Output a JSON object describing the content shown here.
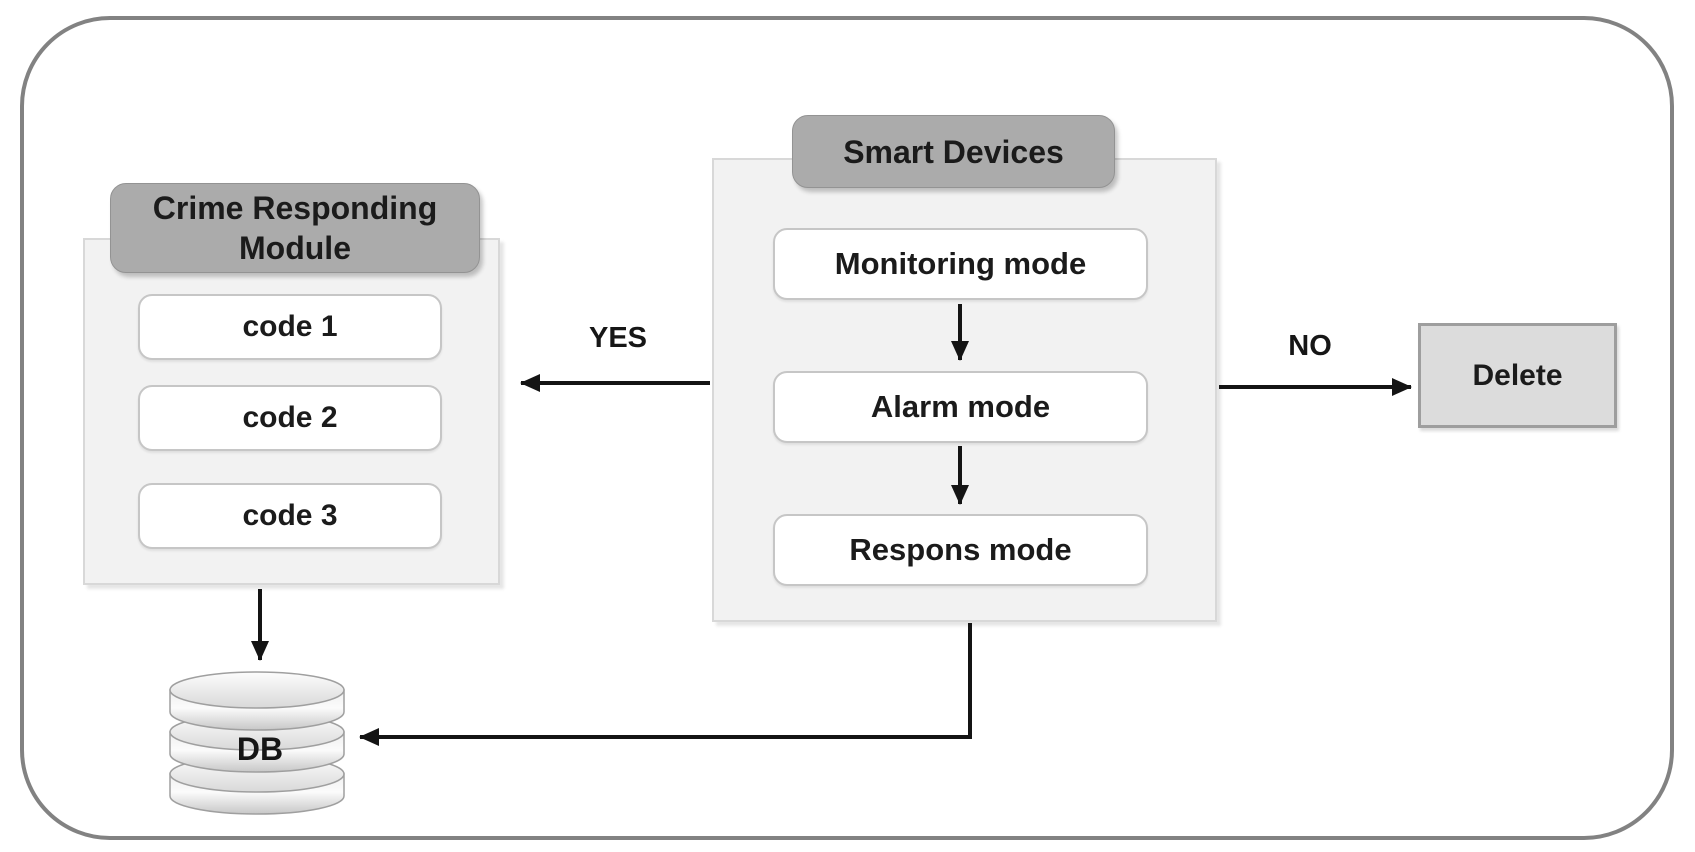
{
  "crime_module": {
    "title": "Crime Responding Module",
    "codes": [
      "code 1",
      "code 2",
      "code 3"
    ]
  },
  "smart_devices": {
    "title": "Smart Devices",
    "modes": [
      "Monitoring mode",
      "Alarm mode",
      "Respons mode"
    ]
  },
  "edges": {
    "yes_label": "YES",
    "no_label": "NO"
  },
  "delete_box": {
    "label": "Delete"
  },
  "database": {
    "label": "DB"
  },
  "colors": {
    "header_fill": "#ababab",
    "container_fill": "#f2f2f2",
    "container_border": "#d8d8d8",
    "white_box_border": "#c6c6c6",
    "delete_fill": "#dcdcdc",
    "delete_border": "#9e9e9e",
    "frame_border": "#828282",
    "arrow": "#141414",
    "text": "#1b1b1b"
  }
}
